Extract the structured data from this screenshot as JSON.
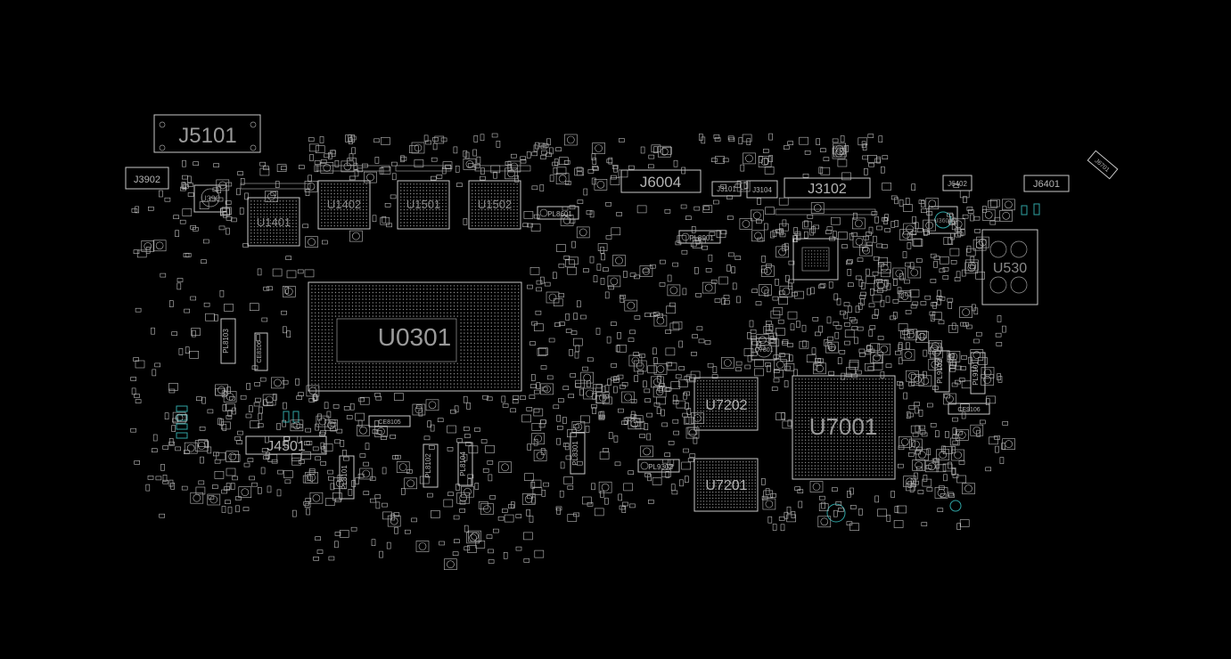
{
  "board": {
    "background": "#000000",
    "outline_color": "#c8c8c8",
    "label_color": "#8a8a8a",
    "accent_color": "#2fa3a3",
    "designators": {
      "J5101": "J5101",
      "J3902": "J3902",
      "U3901": "U390",
      "U1401": "U1401",
      "U1402": "U1402",
      "U1501": "U1501",
      "U1502": "U1502",
      "J6004": "J6004",
      "J3101": "J3101",
      "J3104": "J3104",
      "J3102": "J3102",
      "J6402": "J6402",
      "J6401": "J6401",
      "J6701": "J6701",
      "PL8601": "PL8601",
      "PL8901": "PL8901",
      "U0301": "U0301",
      "U7202": "U7202",
      "U7001": "U7001",
      "U7201": "U7201",
      "J4501": "J4501",
      "PL8103": "PL8103",
      "CE8106": "CE8106",
      "CE8105": "CE8105",
      "PL8102": "PL8102",
      "PL8104": "PL8104",
      "PL8101": "PL8101",
      "PL8301": "PL8301",
      "PL9302": "PL9302",
      "PL9102": "PL9102",
      "PL9101": "PL9101",
      "CE9106": "CE9106",
      "U5301": "U530",
      "U3601": "U3601",
      "Q7801": "Q7801"
    }
  }
}
